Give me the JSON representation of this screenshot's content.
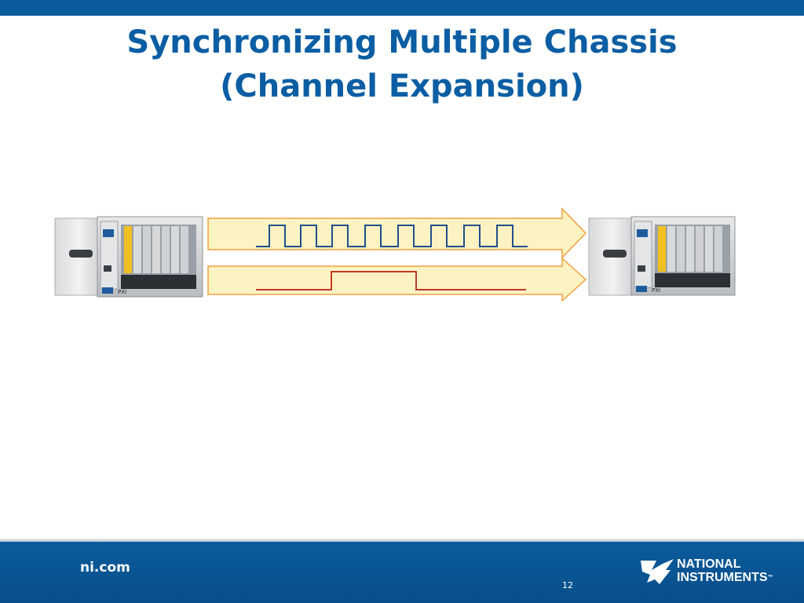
{
  "slide": {
    "title_line1": "Synchronizing Multiple Chassis",
    "title_line2": "(Channel Expansion)",
    "page_number": "12"
  },
  "diagram": {
    "left_device": "pxi-chassis",
    "right_device": "pxi-chassis",
    "top_signal": "clock",
    "bottom_signal": "trigger",
    "arrow_fill": "#fdf3c2",
    "arrow_stroke": "#f0a040",
    "clock_color": "#1f4e8c",
    "trigger_color": "#c0392b"
  },
  "footer": {
    "site": "ni.com",
    "logo_line1": "NATIONAL",
    "logo_line2": "INSTRUMENTS",
    "logo_tm": "™",
    "bg_color": "#0a5a9c"
  }
}
